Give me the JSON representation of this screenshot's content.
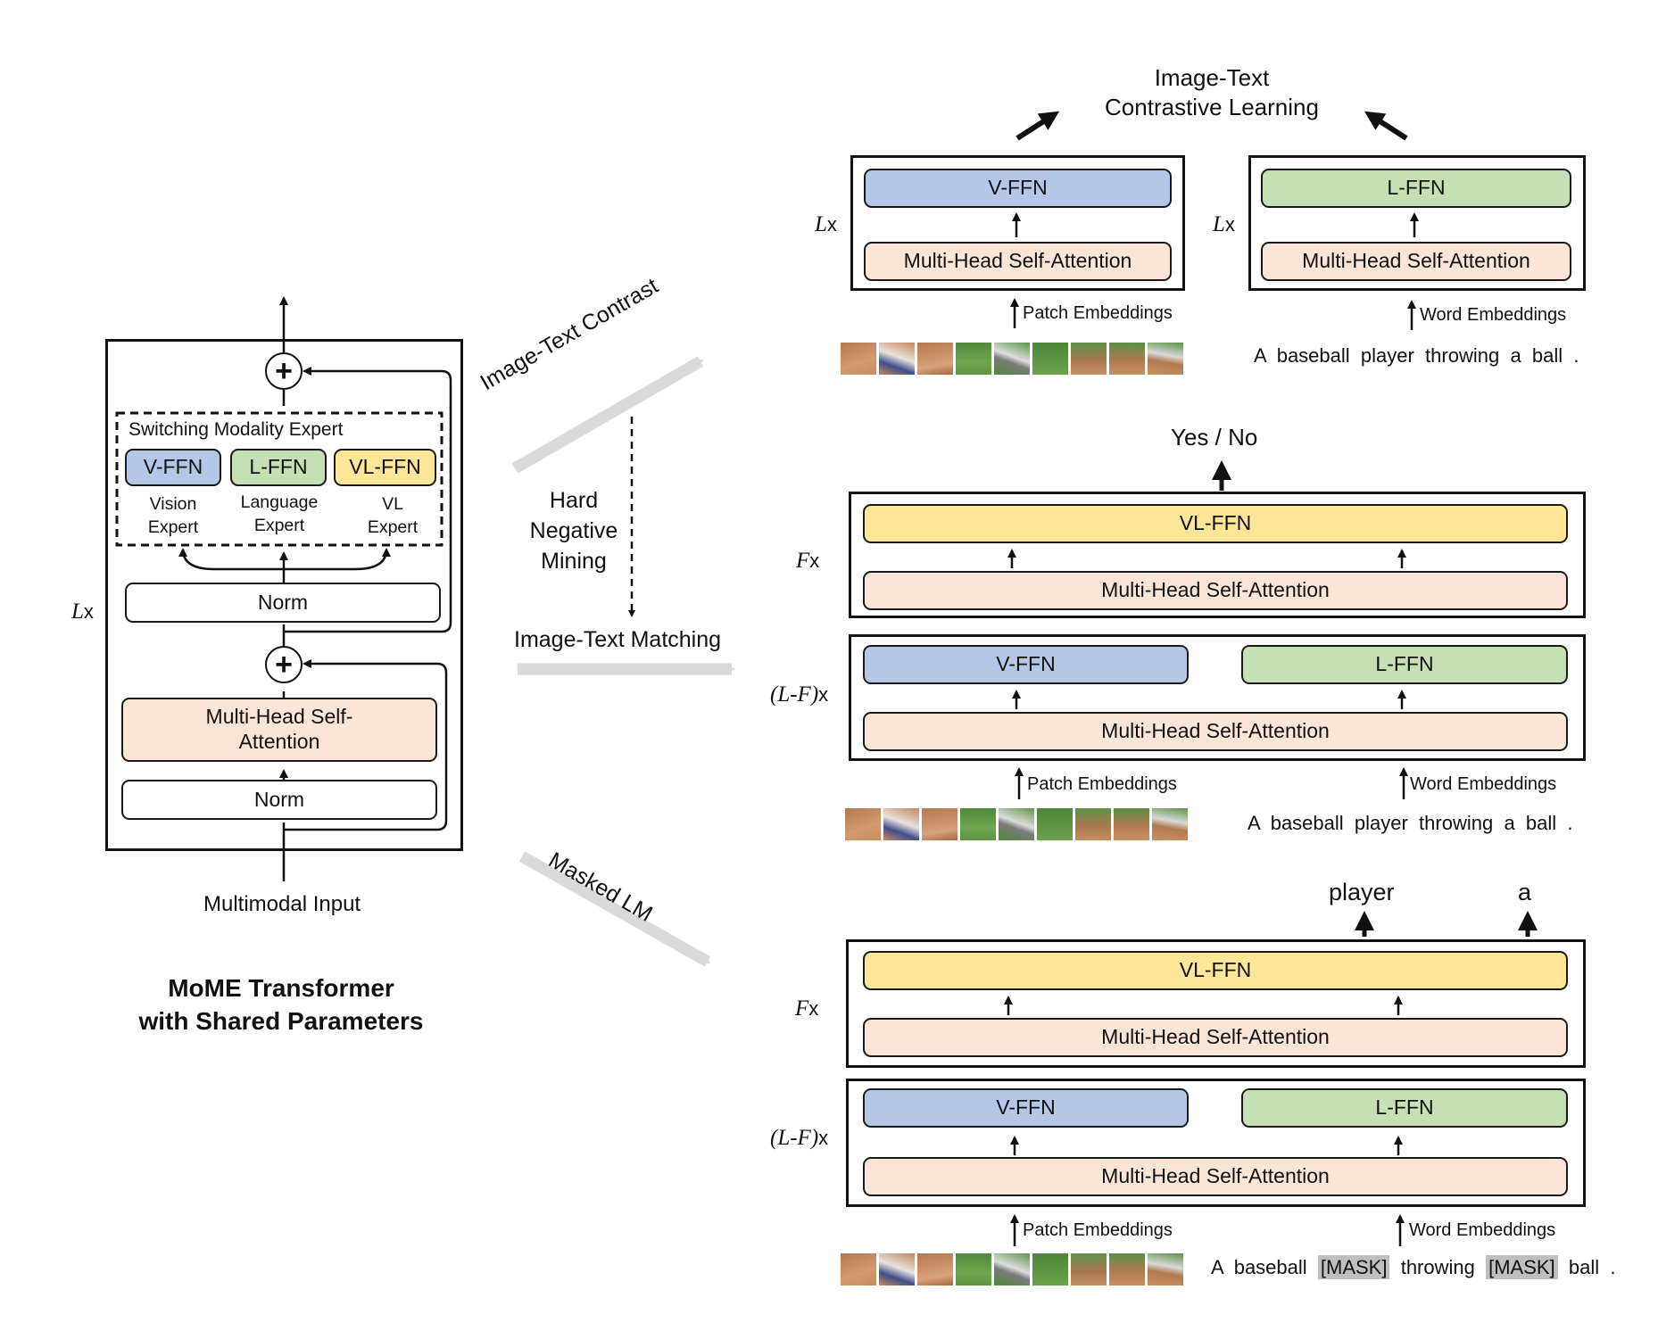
{
  "left": {
    "lx": "L",
    "times": "x",
    "expert_title": "Switching Modality Expert",
    "v_ffn": "V-FFN",
    "l_ffn": "L-FFN",
    "vl_ffn": "VL-FFN",
    "vision_expert": "Vision Expert",
    "language_expert": "Language Expert",
    "vl_expert": "VL Expert",
    "norm": "Norm",
    "mhsa": "Multi-Head Self-Attention",
    "input": "Multimodal Input",
    "title_line1": "MoME Transformer",
    "title_line2": "with Shared Parameters"
  },
  "middle": {
    "itc": "Image-Text Contrast",
    "hard_negative": "Hard Negative Mining",
    "itm": "Image-Text Matching",
    "mlm": "Masked LM"
  },
  "top": {
    "output_line1": "Image-Text",
    "output_line2": "Contrastive Learning",
    "vffn": "V-FFN",
    "lffn": "L-FFN",
    "mhsa": "Multi-Head Self-Attention",
    "lx": "L",
    "times": "x",
    "patch_emb": "Patch Embeddings",
    "word_emb": "Word Embeddings",
    "sentence": [
      "A",
      "baseball",
      "player",
      "throwing",
      "a",
      "ball",
      "."
    ]
  },
  "mid_panel": {
    "output": "Yes / No",
    "vlffn": "VL-FFN",
    "vffn": "V-FFN",
    "lffn": "L-FFN",
    "mhsa": "Multi-Head Self-Attention",
    "fx": "F",
    "lfx": "(L-F)",
    "times": "x",
    "patch_emb": "Patch Embeddings",
    "word_emb": "Word Embeddings",
    "sentence": [
      "A",
      "baseball",
      "player",
      "throwing",
      "a",
      "ball",
      "."
    ]
  },
  "bottom": {
    "out1": "player",
    "out2": "a",
    "vlffn": "VL-FFN",
    "vffn": "V-FFN",
    "lffn": "L-FFN",
    "mhsa": "Multi-Head Self-Attention",
    "fx": "F",
    "lfx": "(L-F)",
    "times": "x",
    "patch_emb": "Patch Embeddings",
    "word_emb": "Word Embeddings",
    "sentence": [
      "A",
      "baseball",
      "[MASK]",
      "throwing",
      "[MASK]",
      "ball",
      "."
    ]
  },
  "colors": {
    "v_ffn": "#b4c7e7",
    "l_ffn": "#c5e0b4",
    "vl_ffn": "#ffe699",
    "mhsa": "#fbe5d6",
    "task_arrow": "#d9d9d9",
    "mask": "#bfbfbf"
  }
}
